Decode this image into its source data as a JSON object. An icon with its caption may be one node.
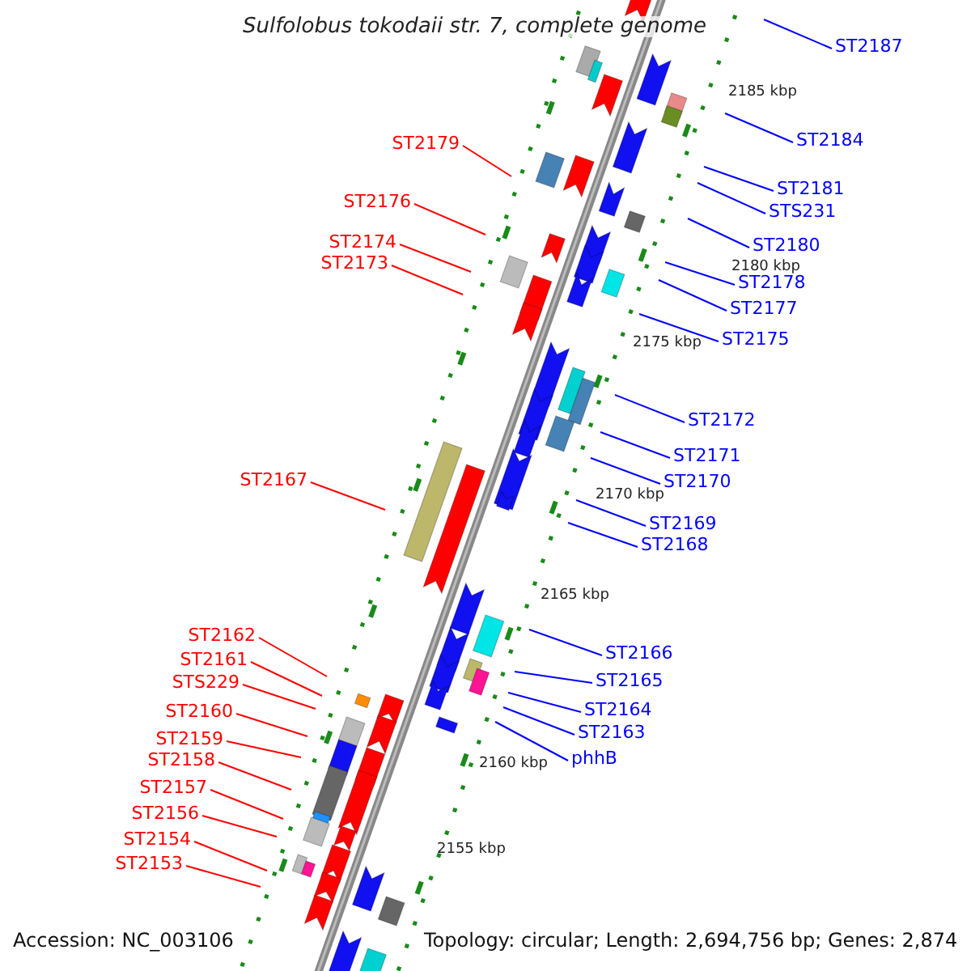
{
  "diagram": {
    "title": "Sulfolobus tokodaii str. 7, complete genome",
    "nodes": [
      {
        "text": [
          "ST2187"
        ]
      },
      {
        "text": [
          "ST2184"
        ]
      },
      {
        "text": [
          "ST2179"
        ]
      },
      {
        "text": [
          "ST2181"
        ]
      },
      {
        "text": [
          "ST2176"
        ]
      },
      {
        "text": [
          "STS231"
        ]
      },
      {
        "text": [
          "ST2174"
        ]
      },
      {
        "text": [
          "ST2180"
        ]
      },
      {
        "text": [
          "ST2173"
        ]
      },
      {
        "text": [
          "ST2178"
        ]
      },
      {
        "text": [
          "ST2177"
        ]
      },
      {
        "text": [
          "ST2175"
        ]
      },
      {
        "text": [
          "ST2172"
        ]
      },
      {
        "text": [
          "ST2171"
        ]
      },
      {
        "text": [
          "ST2167"
        ]
      },
      {
        "text": [
          "ST2170"
        ]
      },
      {
        "text": [
          "ST2169"
        ]
      },
      {
        "text": [
          "ST2168"
        ]
      },
      {
        "text": [
          "ST2162"
        ]
      },
      {
        "text": [
          "ST2166"
        ]
      },
      {
        "text": [
          "ST2161"
        ]
      },
      {
        "text": [
          "ST2165"
        ]
      },
      {
        "text": [
          "STS229"
        ]
      },
      {
        "text": [
          "ST2164"
        ]
      },
      {
        "text": [
          "ST2160"
        ]
      },
      {
        "text": [
          "ST2163"
        ]
      },
      {
        "text": [
          "ST2159"
        ]
      },
      {
        "text": [
          "phhB"
        ]
      },
      {
        "text": [
          "ST2158"
        ]
      },
      {
        "text": [
          "ST2157"
        ]
      },
      {
        "text": [
          "ST2156"
        ]
      },
      {
        "text": [
          "ST2154"
        ]
      },
      {
        "text": [
          "ST2153"
        ]
      }
    ],
    "edges": [
      {
        "from": 0,
        "to": null,
        "arrow": "none"
      },
      {
        "from": 1,
        "to": null,
        "arrow": "none"
      },
      {
        "from": 2,
        "to": null,
        "arrow": "none",
        "color": "#ff0000"
      },
      {
        "from": 3,
        "to": null,
        "arrow": "none"
      },
      {
        "from": 4,
        "to": null,
        "arrow": "none",
        "color": "#ff0000"
      },
      {
        "from": 5,
        "to": null,
        "arrow": "none"
      },
      {
        "from": 6,
        "to": null,
        "arrow": "none",
        "color": "#ff0000"
      },
      {
        "from": 7,
        "to": null,
        "arrow": "none"
      },
      {
        "from": 8,
        "to": null,
        "arrow": "none",
        "color": "#ff0000"
      },
      {
        "from": 9,
        "to": null,
        "arrow": "none"
      },
      {
        "from": 10,
        "to": null,
        "arrow": "none"
      },
      {
        "from": 11,
        "to": null,
        "arrow": "none"
      },
      {
        "from": 12,
        "to": null,
        "arrow": "none"
      },
      {
        "from": 13,
        "to": null,
        "arrow": "none"
      },
      {
        "from": 14,
        "to": null,
        "arrow": "none",
        "color": "#ff0000"
      },
      {
        "from": 15,
        "to": null,
        "arrow": "none"
      },
      {
        "from": 16,
        "to": null,
        "arrow": "none"
      },
      {
        "from": 17,
        "to": null,
        "arrow": "none"
      },
      {
        "from": 18,
        "to": null,
        "arrow": "none",
        "color": "#ff0000"
      },
      {
        "from": 19,
        "to": null,
        "arrow": "none"
      },
      {
        "from": 20,
        "to": null,
        "arrow": "none",
        "color": "#ff0000"
      },
      {
        "from": 21,
        "to": null,
        "arrow": "none"
      },
      {
        "from": 22,
        "to": null,
        "arrow": "none",
        "color": "#ff0000"
      },
      {
        "from": 23,
        "to": null,
        "arrow": "none"
      },
      {
        "from": 24,
        "to": null,
        "arrow": "none",
        "color": "#ff0000"
      },
      {
        "from": 25,
        "to": null,
        "arrow": "none"
      },
      {
        "from": 26,
        "to": null,
        "arrow": "none",
        "color": "#ff0000"
      },
      {
        "from": 27,
        "to": null,
        "arrow": "none"
      },
      {
        "from": 28,
        "to": null,
        "arrow": "none",
        "color": "#ff0000"
      },
      {
        "from": 29,
        "to": null,
        "arrow": "none",
        "color": "#ff0000"
      },
      {
        "from": 30,
        "to": null,
        "arrow": "none",
        "color": "#ff0000"
      },
      {
        "from": 31,
        "to": null,
        "arrow": "none",
        "color": "#ff0000"
      },
      {
        "from": 32,
        "to": null,
        "arrow": "none",
        "color": "#ff0000"
      }
    ],
    "labels": [
      "2185 kbp",
      "2180 kbp",
      "2175 kbp",
      "2170 kbp",
      "2165 kbp",
      "2160 kbp",
      "2155 kbp",
      "Accession: NC_003106",
      "Topology: circular; Length: 2,694,756 bp; Genes: 2,874"
    ]
  }
}
